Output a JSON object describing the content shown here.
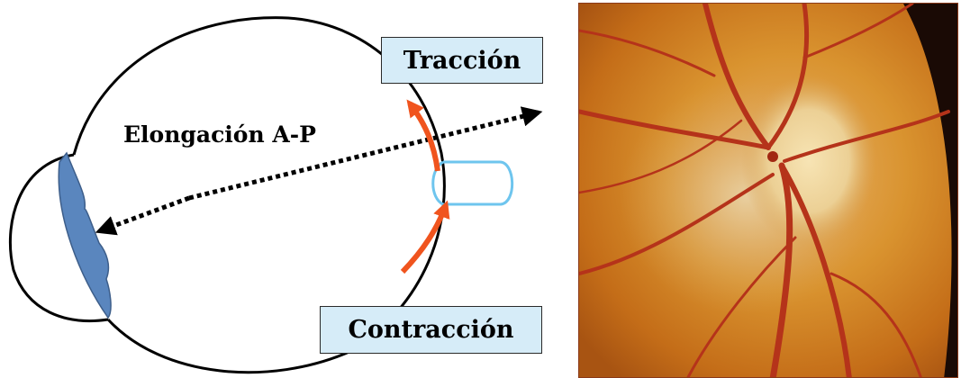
{
  "diagram": {
    "axis_label": "Elongación A-P",
    "traction_label": "Tracción",
    "contraction_label": "Contracción",
    "colors": {
      "arrow_orange": "#f0541e",
      "lens_blue": "#5a86be",
      "muscle_cyan": "#6ec5ee",
      "label_fill": "#d6ecf8"
    }
  },
  "photo": {
    "subject": "optic-disc-fundus-photograph"
  }
}
